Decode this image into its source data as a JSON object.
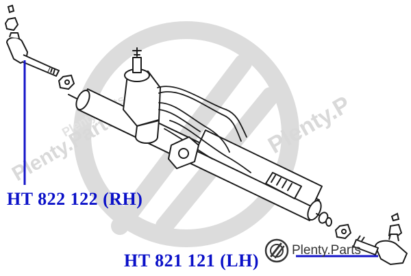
{
  "labels": {
    "right_part": "HT 822 122 (RH)",
    "left_part": "HT 821 121 (LH)"
  },
  "watermark": {
    "brand": "Plenty.Parts"
  },
  "colors": {
    "label": "#0a10c8",
    "leader_line": "#1414c8",
    "drawing_line": "#1a1a1a",
    "watermark": "#d8d8d8"
  },
  "icons": {
    "watermark_logo": "plenty-parts-logo-icon"
  }
}
